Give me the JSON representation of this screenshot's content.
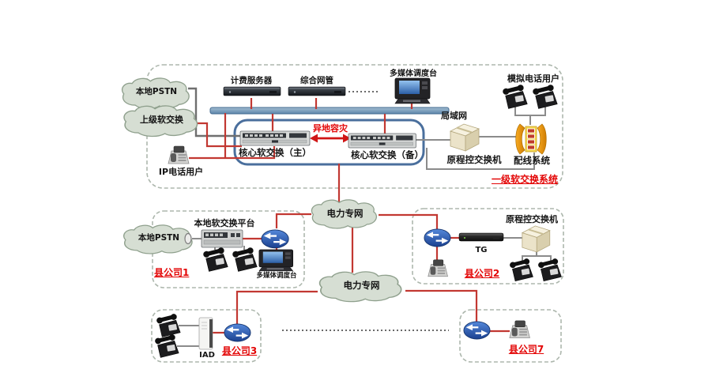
{
  "top": {
    "local_pstn": "本地PSTN",
    "upper_softswitch": "上级软交换",
    "ip_phone_users": "IP电话用户",
    "billing_server": "计费服务器",
    "network_mgmt": "综合网管",
    "multimedia_console": "多媒体调度台",
    "lan": "局域网",
    "core_switch_main": "核心软交换（主）",
    "core_switch_backup": "核心软交换（备）",
    "disaster_recovery": "异地容灾",
    "legacy_pbx": "原程控交换机",
    "wiring_system": "配线系统",
    "analog_phone_users": "模拟电话用户",
    "system_title": "一级软交换系统"
  },
  "wan": {
    "power_network_upper": "电力专网",
    "power_network_lower": "电力专网"
  },
  "county1": {
    "name": "县公司1",
    "local_pstn": "本地PSTN",
    "platform": "本地软交换平台",
    "multimedia_console": "多媒体调度台"
  },
  "county2": {
    "name": "县公司2",
    "trunk_gateway": "TG",
    "legacy_pbx": "原程控交换机"
  },
  "county3": {
    "name": "县公司3",
    "iad": "IAD"
  },
  "county7": {
    "name": "县公司7"
  },
  "colors": {
    "connection_red": "#c23832",
    "connection_gray": "#8b8b8b",
    "label_red": "#e30505",
    "bus_blue": "#6d93b8",
    "core_frame_blue": "#4a6f9d",
    "boundary_dash": "#adb7ad"
  }
}
